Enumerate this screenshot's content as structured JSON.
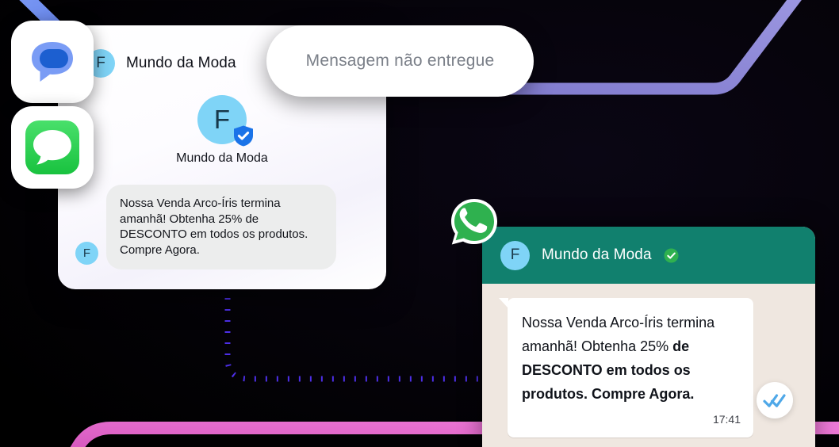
{
  "theme": {
    "background": "#050309",
    "accent_purple": "#5b3df5",
    "line_lavender": "#8b86d4",
    "line_pink": "#e05fc8",
    "line_blue": "#6b8df0",
    "whatsapp_teal": "#11806e",
    "whatsapp_green": "#2fb14f",
    "whatsapp_body": "#efe7e0",
    "avatar_blue": "#7fd4f7",
    "verified_blue": "#1a73e8",
    "tick_blue": "#4fa8e8"
  },
  "app_icons": {
    "rcs": {
      "name": "google-messages-icon",
      "label": "Google Messages"
    },
    "imessage": {
      "name": "imessage-icon",
      "label": "iMessage"
    },
    "whatsapp": {
      "name": "whatsapp-icon",
      "label": "WhatsApp"
    }
  },
  "rcs_card": {
    "topbar": {
      "avatar_initial": "F",
      "name": "Mundo da Moda"
    },
    "profile": {
      "avatar_initial": "F",
      "name": "Mundo da Moda",
      "verified": true
    },
    "message": {
      "avatar_initial": "F",
      "text": "Nossa Venda Arco-Íris termina amanhã! Obtenha 25% de DESCONTO em todos os produtos. Compre Agora."
    }
  },
  "undelivered_pill": {
    "text": "Mensagem não entregue"
  },
  "whatsapp_card": {
    "header": {
      "avatar_initial": "F",
      "name": "Mundo da Moda",
      "verified": true
    },
    "message": {
      "text_plain": "Nossa Venda Arco-Íris termina amanhã! Obtenha 25% ",
      "text_bold": "de DESCONTO em todos os produtos. Compre Agora.",
      "time": "17:41",
      "status": "read"
    }
  }
}
